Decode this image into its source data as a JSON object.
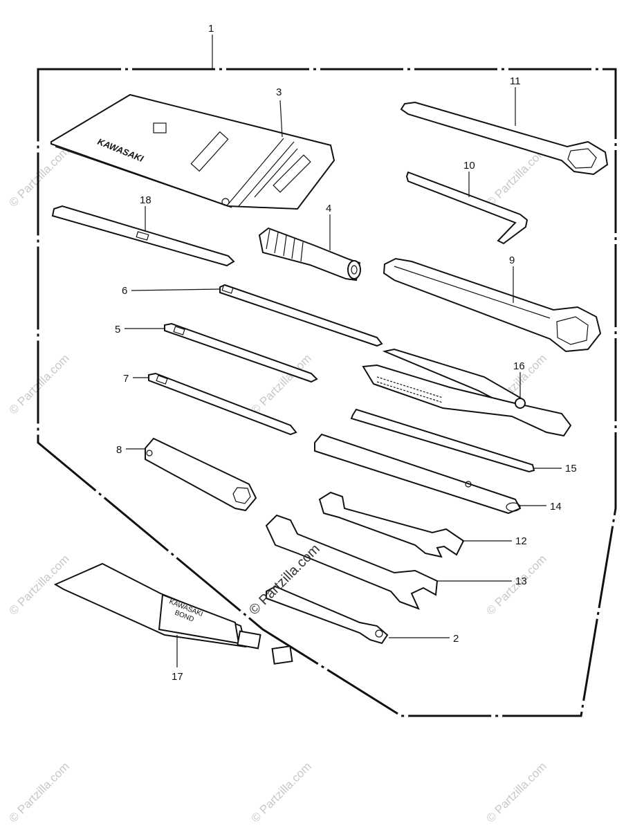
{
  "callouts": [
    {
      "id": "c1",
      "label": "1"
    },
    {
      "id": "c2",
      "label": "2"
    },
    {
      "id": "c3",
      "label": "3"
    },
    {
      "id": "c4",
      "label": "4"
    },
    {
      "id": "c5",
      "label": "5"
    },
    {
      "id": "c6",
      "label": "6"
    },
    {
      "id": "c7",
      "label": "7"
    },
    {
      "id": "c8",
      "label": "8"
    },
    {
      "id": "c9",
      "label": "9"
    },
    {
      "id": "c10",
      "label": "10"
    },
    {
      "id": "c11",
      "label": "11"
    },
    {
      "id": "c12",
      "label": "12"
    },
    {
      "id": "c13",
      "label": "13"
    },
    {
      "id": "c14",
      "label": "14"
    },
    {
      "id": "c15",
      "label": "15"
    },
    {
      "id": "c16",
      "label": "16"
    },
    {
      "id": "c17",
      "label": "17"
    },
    {
      "id": "c18",
      "label": "18"
    }
  ],
  "tool_bag_brand": "KAWASAKI",
  "bond_tube": {
    "line1": "KAWASAKI",
    "line2": "BOND"
  },
  "watermark": "© Partzilla.com"
}
